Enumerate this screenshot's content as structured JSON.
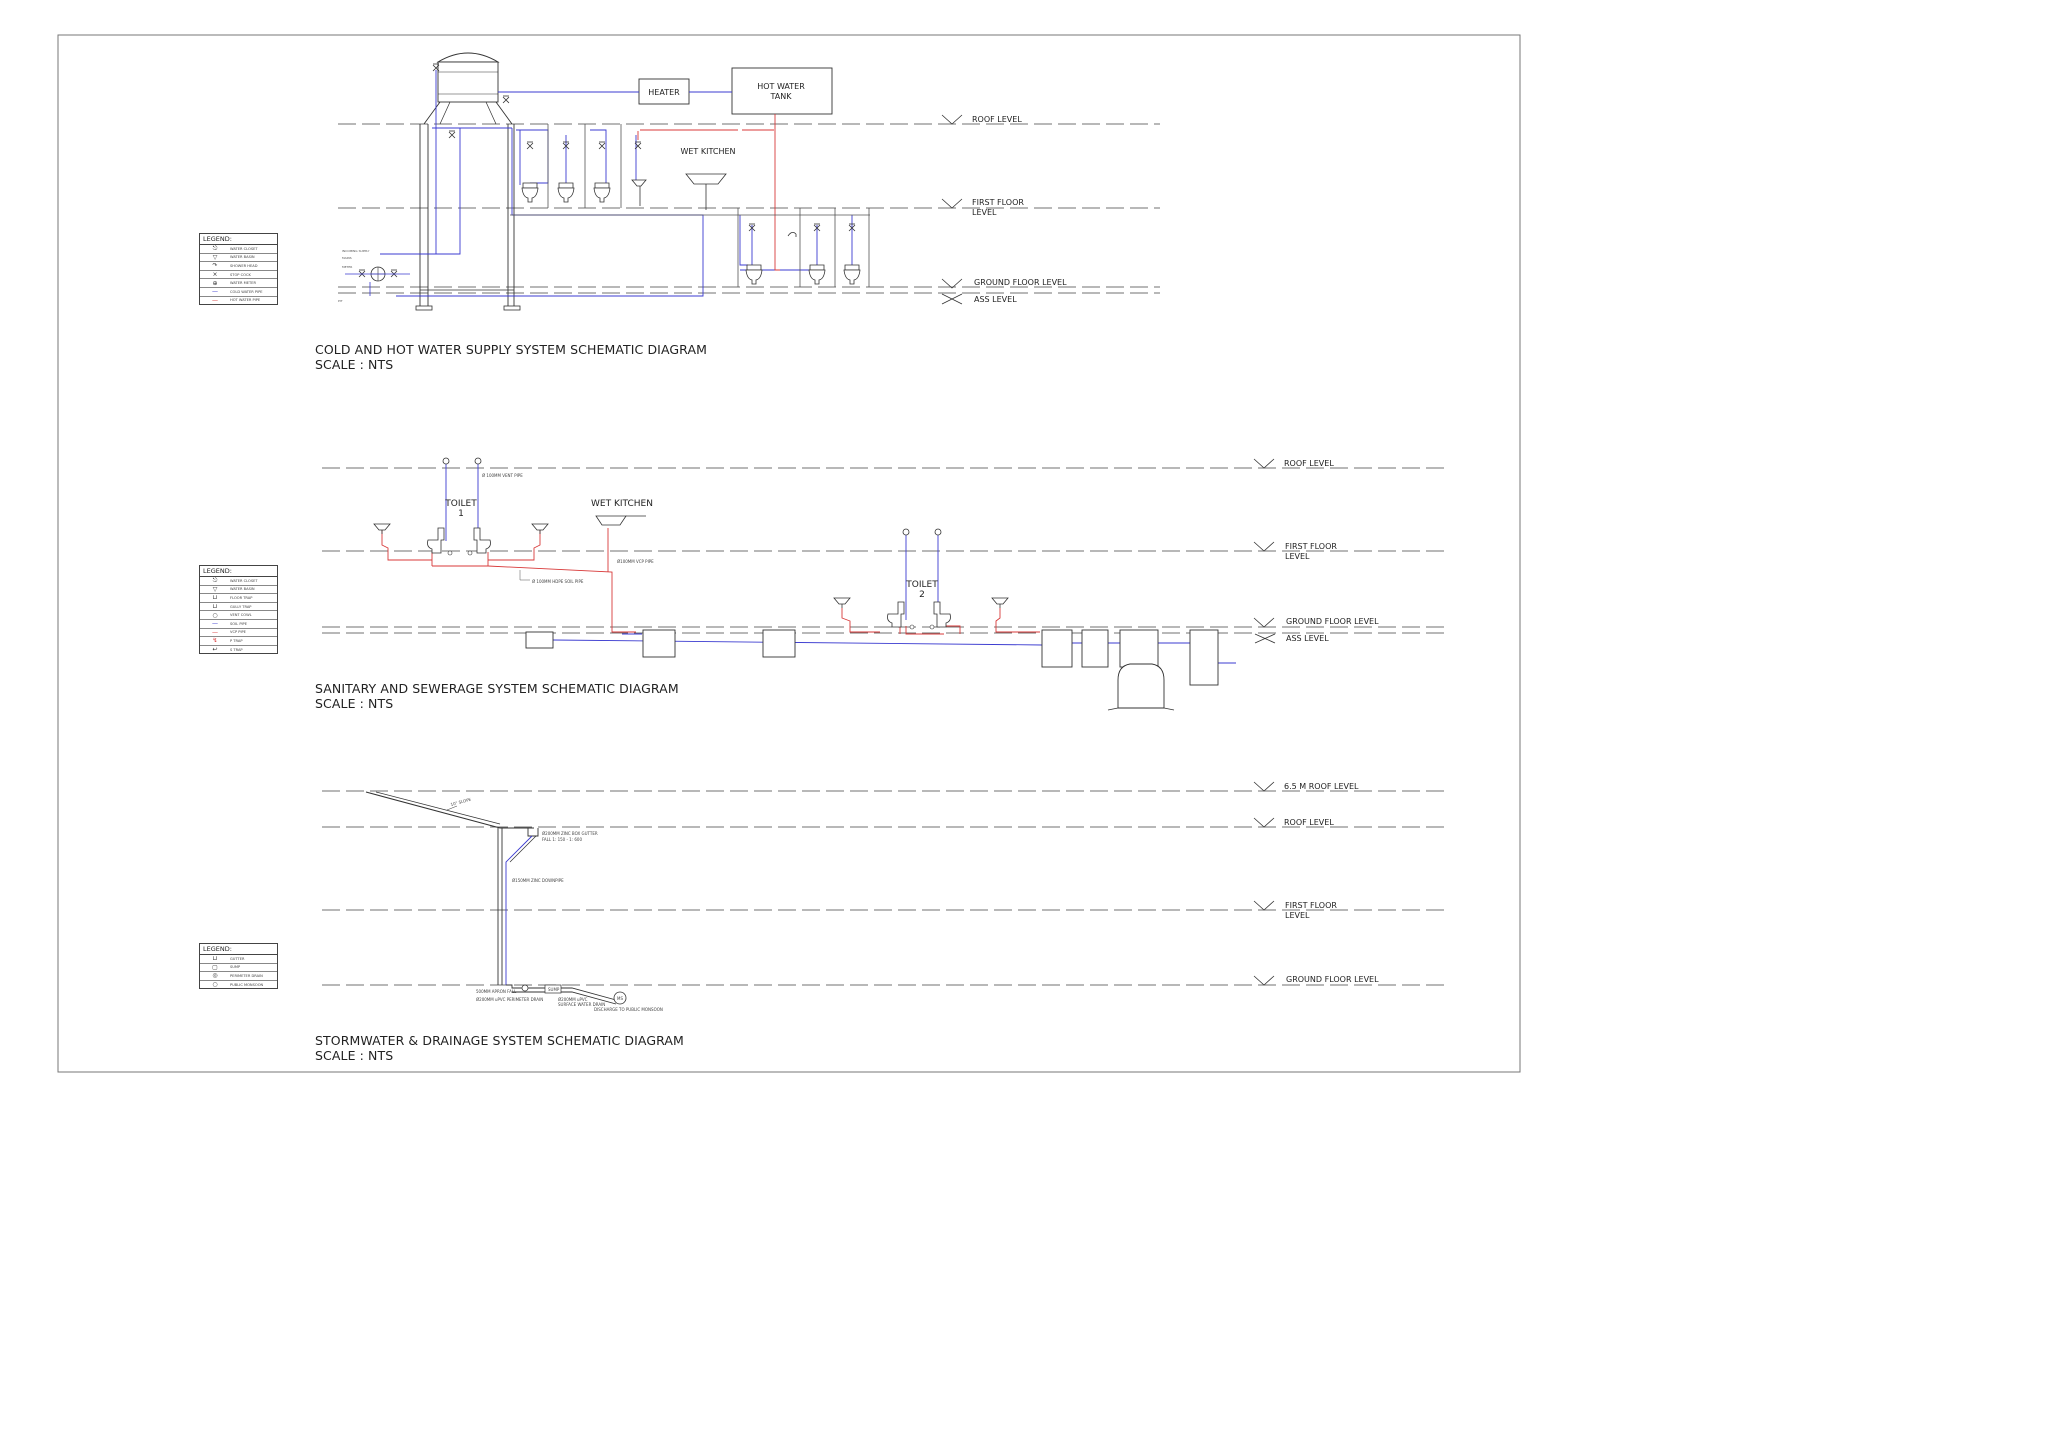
{
  "supply": {
    "title": "COLD AND HOT WATER SUPPLY SYSTEM SCHEMATIC DIAGRAM",
    "scale": "SCALE : NTS",
    "heater": "HEATER",
    "hot_tank": [
      "HOT WATER",
      "TANK"
    ],
    "wet_kitchen": "WET KITCHEN",
    "levels": {
      "roof": "ROOF LEVEL",
      "first1": "FIRST FLOOR",
      "first2": "LEVEL",
      "ground": "GROUND FLOOR LEVEL",
      "ass": "ASS LEVEL"
    },
    "legend_title": "LEGEND:",
    "legend": [
      {
        "icon": "water-closet-icon",
        "label": "WATER CLOSET"
      },
      {
        "icon": "water-basin-icon",
        "label": "WATER BASIN"
      },
      {
        "icon": "shower-head-icon",
        "label": "SHOWER HEAD"
      },
      {
        "icon": "stop-cock-icon",
        "label": "STOP COCK"
      },
      {
        "icon": "water-meter-icon",
        "label": "WATER METER"
      },
      {
        "icon": "cold-water-pipe-icon",
        "label": "COLD WATER PIPE"
      },
      {
        "icon": "hot-water-pipe-icon",
        "label": "HOT WATER PIPE"
      }
    ]
  },
  "sanitary": {
    "title": "SANITARY AND SEWERAGE SYSTEM SCHEMATIC DIAGRAM",
    "scale": "SCALE : NTS",
    "toilet1": [
      "TOILET",
      "1"
    ],
    "toilet2": [
      "TOILET",
      "2"
    ],
    "wet_kitchen": "WET KITCHEN",
    "vent_pipe": "Ø 100MM VENT PIPE",
    "hdpe_pipe": "Ø 100MM HDPE SOIL PIPE",
    "vcp_pipe": "Ø100MM VCP PIPE",
    "levels": {
      "roof": "ROOF LEVEL",
      "first1": "FIRST FLOOR",
      "first2": "LEVEL",
      "ground": "GROUND FLOOR LEVEL",
      "ass": "ASS LEVEL"
    },
    "legend_title": "LEGEND:",
    "legend": [
      {
        "icon": "water-closet-icon",
        "label": "WATER CLOSET"
      },
      {
        "icon": "water-basin-icon",
        "label": "WATER BASIN"
      },
      {
        "icon": "floor-trap-icon",
        "label": "FLOOR TRAP"
      },
      {
        "icon": "gully-trap-icon",
        "label": "GULLY TRAP"
      },
      {
        "icon": "vent-cowl-icon",
        "label": "VENT COWL"
      },
      {
        "icon": "soil-pipe-icon",
        "label": "SOIL PIPE"
      },
      {
        "icon": "vcp-pipe-icon",
        "label": "VCP PIPE"
      },
      {
        "icon": "p-trap-icon",
        "label": "P TRAP"
      },
      {
        "icon": "s-trap-icon",
        "label": "S TRAP"
      }
    ]
  },
  "storm": {
    "title": "STORMWATER & DRAINAGE SYSTEM SCHEMATIC DIAGRAM",
    "scale": "SCALE : NTS",
    "slope": "10° SLOPE",
    "gutter1": "Ø200MM ZINC BOX GUTTER",
    "gutter2": "FALL 1: 150 - 1: 600",
    "downpipe": "Ø150MM ZINC DOWNPIPE",
    "apron": "500MM APRON FALL",
    "perimeter": "Ø200MM uPVC PERIMETER DRAIN",
    "sump": "SUMP",
    "surface1": "Ø200MM uPVC",
    "surface2": "SURFACE WATER DRAIN",
    "ms": "MS",
    "discharge": "DISCHARGE TO PUBLIC MONSOON",
    "levels": {
      "roof65": "6.5 M ROOF LEVEL",
      "roof": "ROOF LEVEL",
      "first1": "FIRST FLOOR",
      "first2": "LEVEL",
      "ground": "GROUND FLOOR LEVEL"
    },
    "legend_title": "LEGEND:",
    "legend": [
      {
        "icon": "gutter-icon",
        "label": "GUTTER"
      },
      {
        "icon": "sump-icon",
        "label": "SUMP"
      },
      {
        "icon": "perimeter-drain-icon",
        "label": "PERIMETER DRAIN"
      },
      {
        "icon": "public-monsoon-icon",
        "label": "PUBLIC MONSOON"
      }
    ]
  },
  "colors": {
    "cold": "#3b3bd0",
    "hot": "#d83a3a",
    "line": "#333333"
  }
}
